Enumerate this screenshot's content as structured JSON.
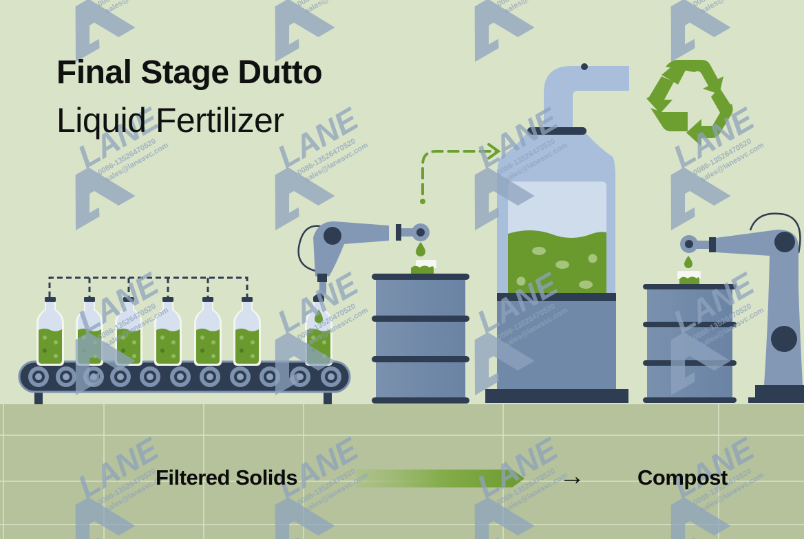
{
  "title": {
    "line1": "Final Stage Dutto",
    "line2": "Liquid Fertilizer"
  },
  "flow": {
    "source_label": "Filtered Solids",
    "arrow_glyph": "→",
    "target_label": "Compost"
  },
  "watermark": {
    "brand": "LANE",
    "phone": "0086-13526470520",
    "email": "sales@lanesvc.com"
  },
  "icons": {
    "recycle": "recycle-icon",
    "robot_arm": "robot-arm-icon",
    "bottle": "bottle-icon",
    "drum": "drum-icon",
    "tank": "tank-icon",
    "conveyor": "conveyor-icon"
  },
  "scene": {
    "bottle_count_on_conveyor": 6,
    "bottle_being_filled": 1,
    "conveyor_roller_count": 11,
    "drum_count": 2
  },
  "colors": {
    "background": "#d9e3c8",
    "floor": "#b5c29b",
    "floor_grid": "#dfe7cf",
    "navy": "#2f3d52",
    "steel_blue": "#7189a8",
    "arm_blue": "#8398b4",
    "tank_glass": "#a9bedb",
    "liquid_green": "#6a9a2e",
    "accent_green": "#6c9e30",
    "text": "#0f1010"
  }
}
